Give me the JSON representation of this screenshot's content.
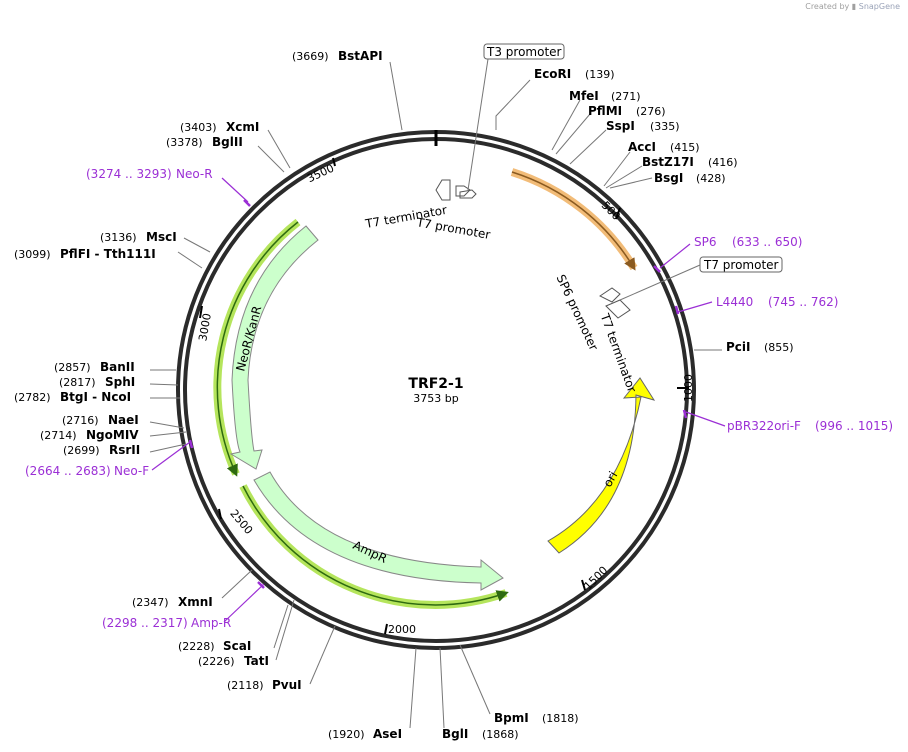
{
  "credit": {
    "prefix": "Created by",
    "brand": "SnapGene"
  },
  "plasmid": {
    "name": "TRF2-1",
    "length": "3753 bp",
    "bp": 3753
  },
  "ticks": [
    "500",
    "1000",
    "1500",
    "2000",
    "2500",
    "3000",
    "3500"
  ],
  "sites": [
    {
      "name": "BstAPI",
      "pos": "(3669)"
    },
    {
      "name": "EcoRI",
      "pos": "(139)"
    },
    {
      "name": "MfeI",
      "pos": "(271)"
    },
    {
      "name": "PflMI",
      "pos": "(276)"
    },
    {
      "name": "SspI",
      "pos": "(335)"
    },
    {
      "name": "AccI",
      "pos": "(415)"
    },
    {
      "name": "BstZ17I",
      "pos": "(416)"
    },
    {
      "name": "BsgI",
      "pos": "(428)"
    },
    {
      "name": "PciI",
      "pos": "(855)"
    },
    {
      "name": "BpmI",
      "pos": "(1818)"
    },
    {
      "name": "BglI",
      "pos": "(1868)"
    },
    {
      "name": "AseI",
      "pos": "(1920)"
    },
    {
      "name": "PvuI",
      "pos": "(2118)"
    },
    {
      "name": "TatI",
      "pos": "(2226)"
    },
    {
      "name": "ScaI",
      "pos": "(2228)"
    },
    {
      "name": "XmnI",
      "pos": "(2347)"
    },
    {
      "name": "RsrII",
      "pos": "(2699)"
    },
    {
      "name": "NgoMIV",
      "pos": "(2714)"
    },
    {
      "name": "NaeI",
      "pos": "(2716)"
    },
    {
      "name": "BtgI - NcoI",
      "pos": "(2782)"
    },
    {
      "name": "SphI",
      "pos": "(2817)"
    },
    {
      "name": "BanII",
      "pos": "(2857)"
    },
    {
      "name": "PflFI - Tth111I",
      "pos": "(3099)"
    },
    {
      "name": "MscI",
      "pos": "(3136)"
    },
    {
      "name": "BglII",
      "pos": "(3378)"
    },
    {
      "name": "XcmI",
      "pos": "(3403)"
    }
  ],
  "primers": [
    {
      "name": "SP6",
      "range": "(633 .. 650)"
    },
    {
      "name": "L4440",
      "range": "(745 .. 762)"
    },
    {
      "name": "pBR322ori-F",
      "range": "(996 .. 1015)"
    },
    {
      "name": "Neo-F",
      "range": "(2664 .. 2683)"
    },
    {
      "name": "Amp-R",
      "range": "(2298 .. 2317)"
    },
    {
      "name": "Neo-R",
      "range": "(3274 .. 3293)"
    }
  ],
  "boxed_labels": {
    "t3": "T3 promoter",
    "t7": "T7 promoter"
  },
  "features": {
    "t7_terminator_top": "T7 terminator",
    "t7_promoter_top": "T7 promoter",
    "sp6_promoter": "SP6 promoter",
    "t7_terminator_right": "T7 terminator",
    "neo": "NeoR/KanR",
    "amp": "AmpR",
    "ori": "ori"
  },
  "colors": {
    "backbone": "#2b2b2b",
    "primer": "#9b2fd5",
    "ori": "#ffff00",
    "resistance": "#ccffcc",
    "highlight_orange": "#f0b060",
    "highlight_green": "#a8e040"
  }
}
